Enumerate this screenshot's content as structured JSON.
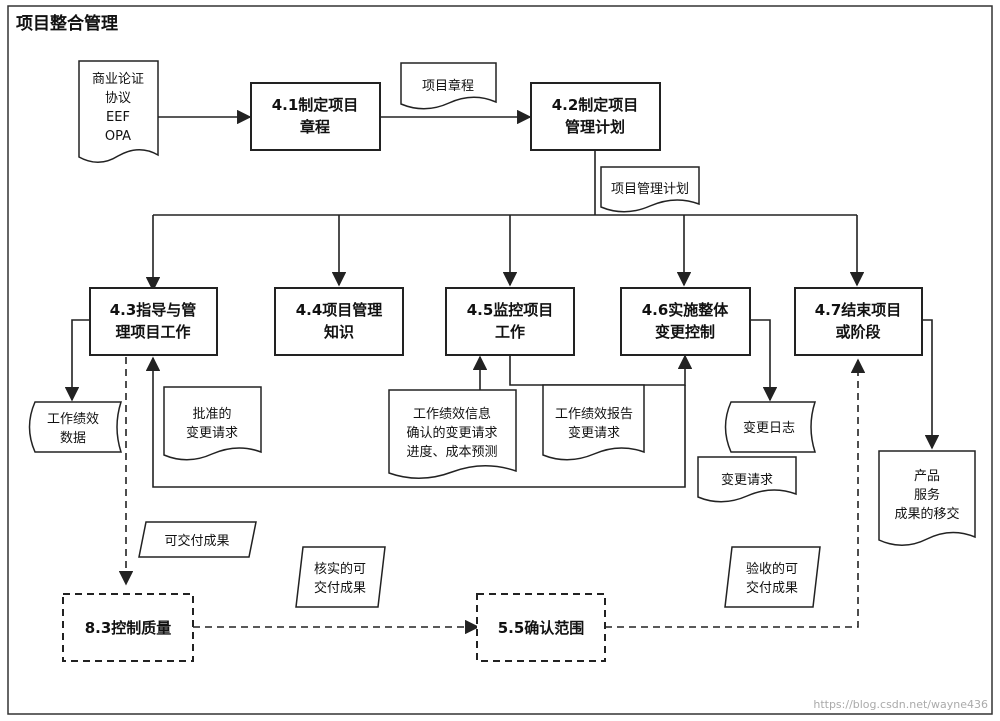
{
  "title": "项目整合管理",
  "processes": {
    "p41": [
      "4.1制定项目",
      "章程"
    ],
    "p42": [
      "4.2制定项目",
      "管理计划"
    ],
    "p43": [
      "4.3指导与管",
      "理项目工作"
    ],
    "p44": [
      "4.4项目管理",
      "知识"
    ],
    "p45": [
      "4.5监控项目",
      "工作"
    ],
    "p46": [
      "4.6实施整体",
      "变更控制"
    ],
    "p47": [
      "4.7结束项目",
      "或阶段"
    ],
    "p83": [
      "8.3控制质量"
    ],
    "p55": [
      "5.5确认范围"
    ]
  },
  "documents": {
    "inputs": [
      "商业论证",
      "协议",
      "EEF",
      "OPA"
    ],
    "charter": [
      "项目章程"
    ],
    "pmplan": [
      "项目管理计划"
    ],
    "approved_cr": [
      "批准的",
      "变更请求"
    ],
    "wpi": [
      "工作绩效信息",
      "确认的变更请求",
      "进度、成本预测"
    ],
    "wpr": [
      "工作绩效报告",
      "变更请求"
    ],
    "wpd": [
      "工作绩效",
      "数据"
    ],
    "changelog": [
      "变更日志"
    ],
    "cr": [
      "变更请求"
    ],
    "transfer": [
      "产品",
      "服务",
      "成果的移交"
    ]
  },
  "parallelograms": {
    "deliverables": [
      "可交付成果"
    ],
    "verified": [
      "核实的可",
      "交付成果"
    ],
    "accepted": [
      "验收的可",
      "交付成果"
    ]
  },
  "watermark": "https://blog.csdn.net/wayne436"
}
